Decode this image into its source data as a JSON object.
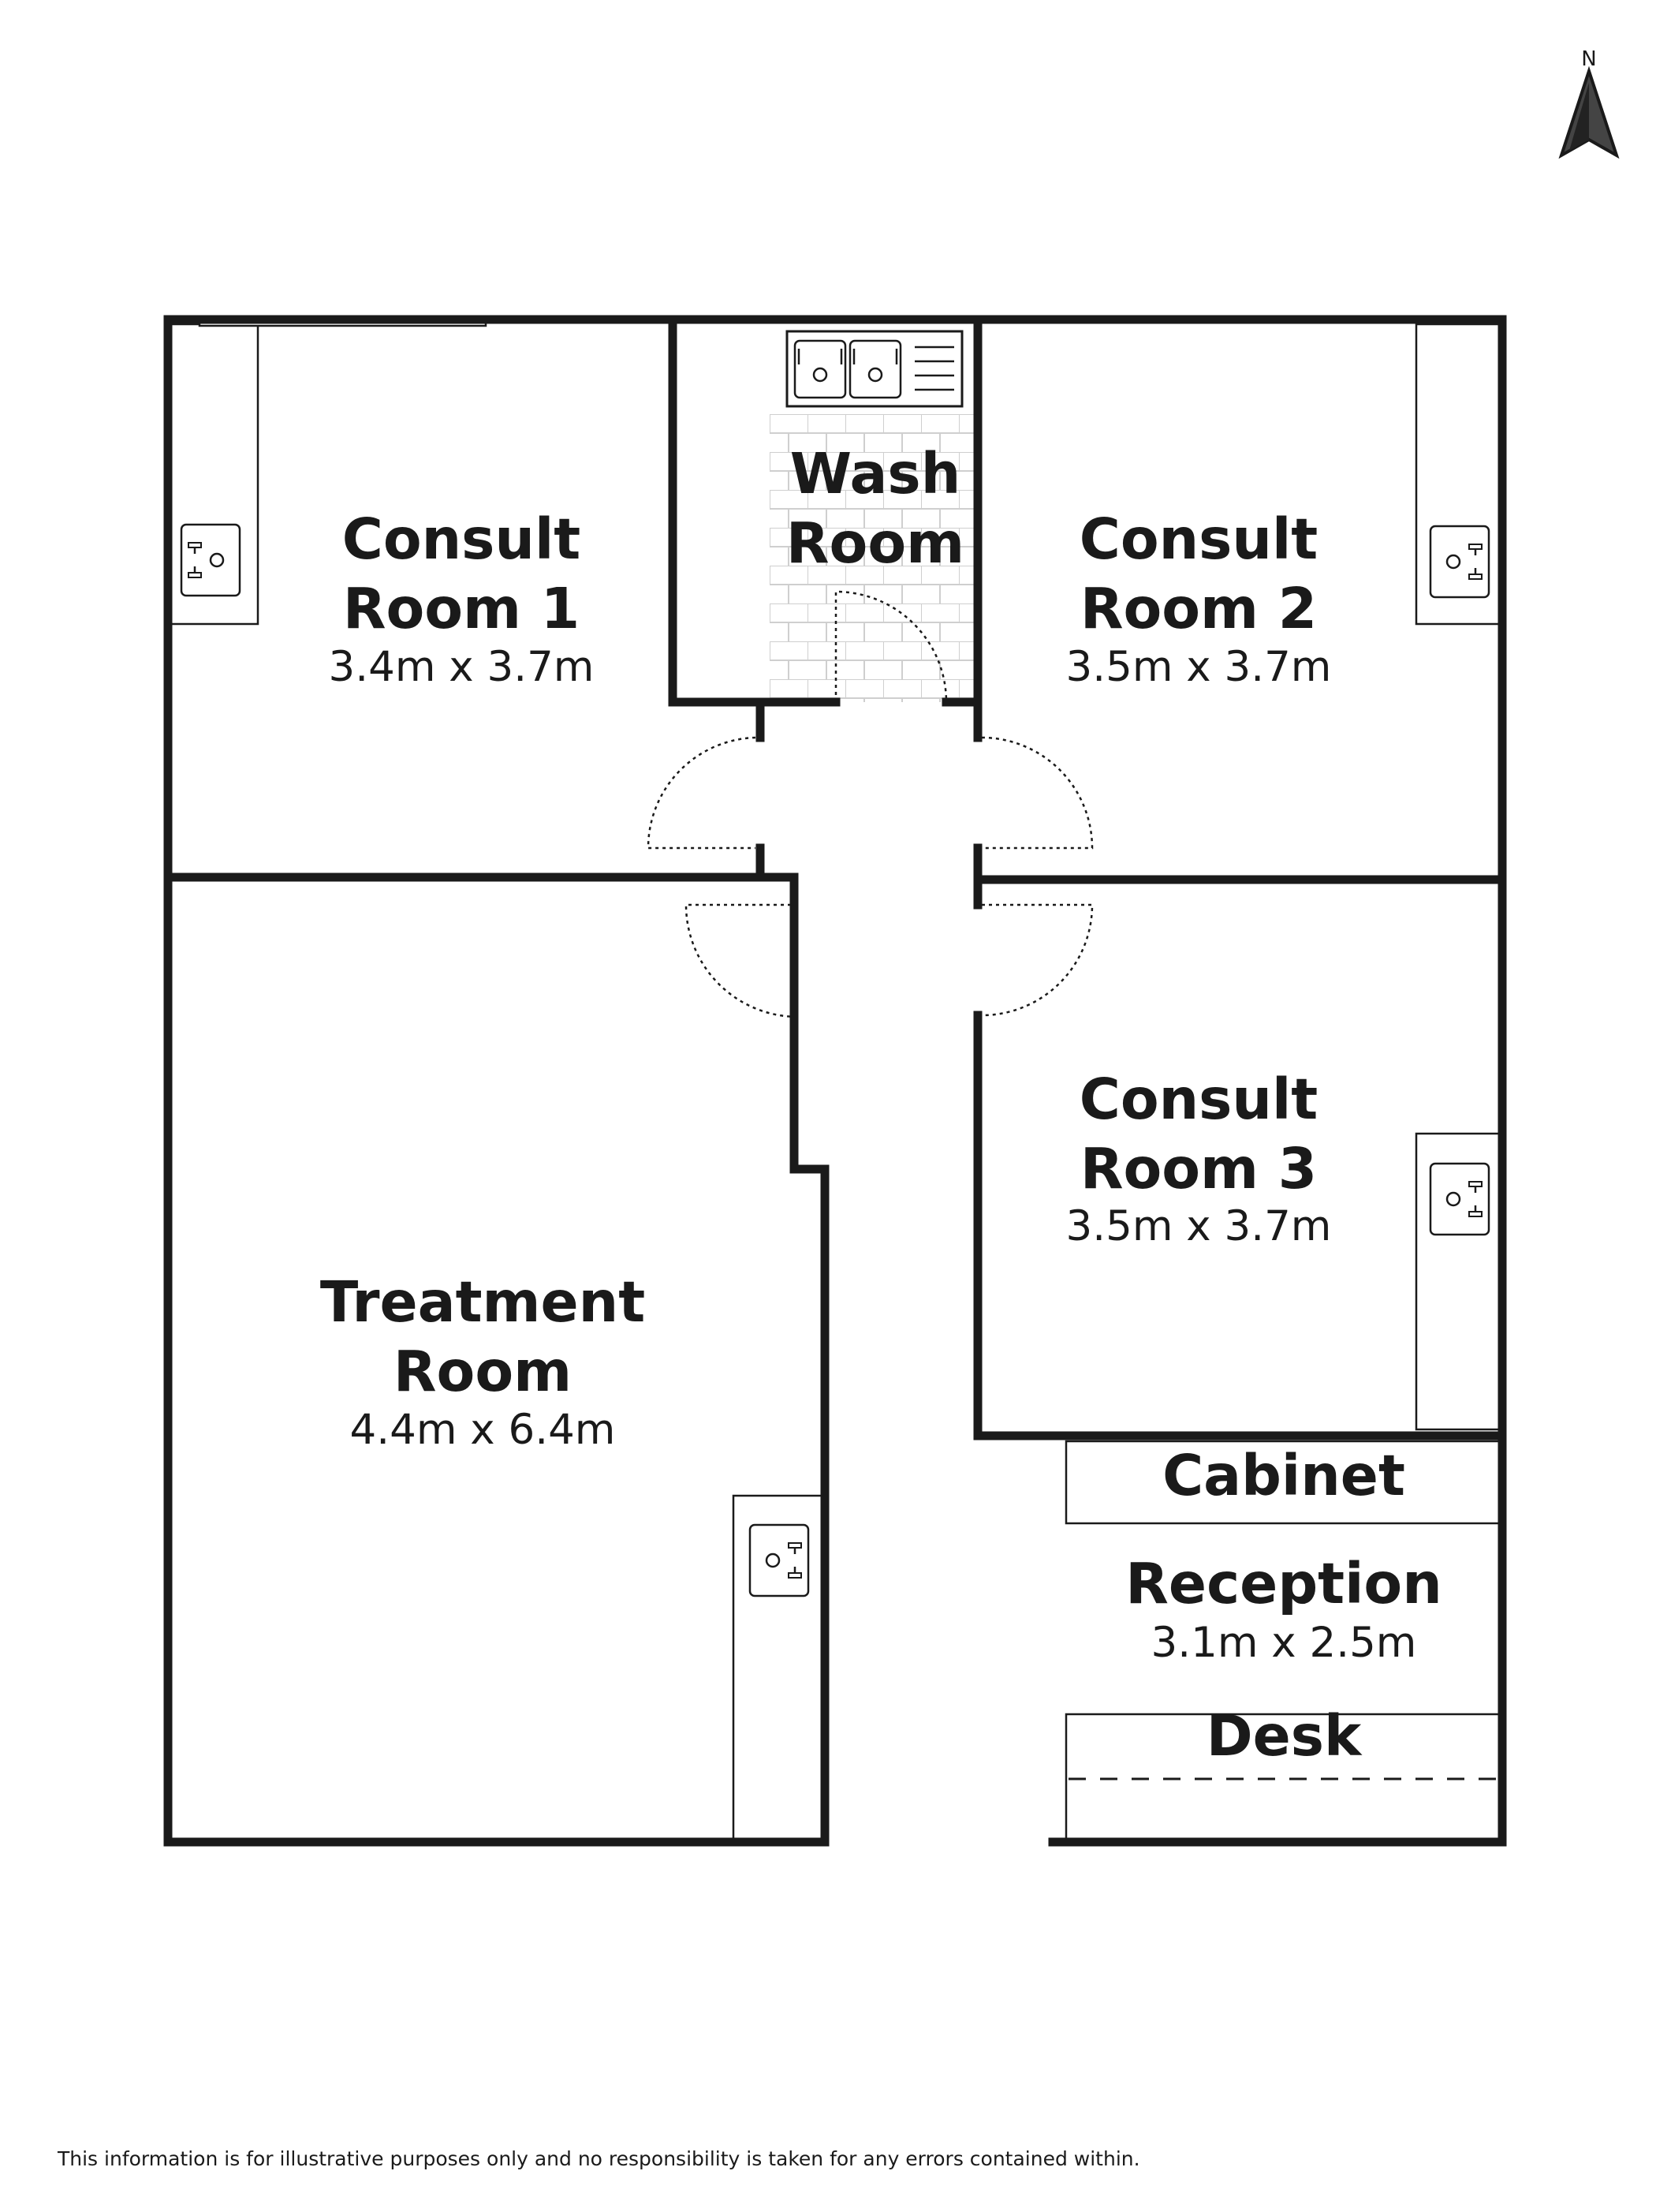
{
  "compass": {
    "label": "N"
  },
  "rooms": {
    "consult1": {
      "line1": "Consult",
      "line2": "Room 1",
      "dims": "3.4m x 3.7m"
    },
    "wash": {
      "line1": "Wash",
      "line2": "Room"
    },
    "consult2": {
      "line1": "Consult",
      "line2": "Room 2",
      "dims": "3.5m x 3.7m"
    },
    "consult3": {
      "line1": "Consult",
      "line2": "Room 3",
      "dims": "3.5m x 3.7m"
    },
    "treatment": {
      "line1": "Treatment",
      "line2": "Room",
      "dims": "4.4m x 6.4m"
    },
    "reception": {
      "name": "Reception",
      "dims": "3.1m x 2.5m"
    }
  },
  "fixtures": {
    "cabinet": "Cabinet",
    "desk": "Desk"
  },
  "disclaimer": "This information is for illustrative purposes only and no responsibility is taken for any errors contained within."
}
